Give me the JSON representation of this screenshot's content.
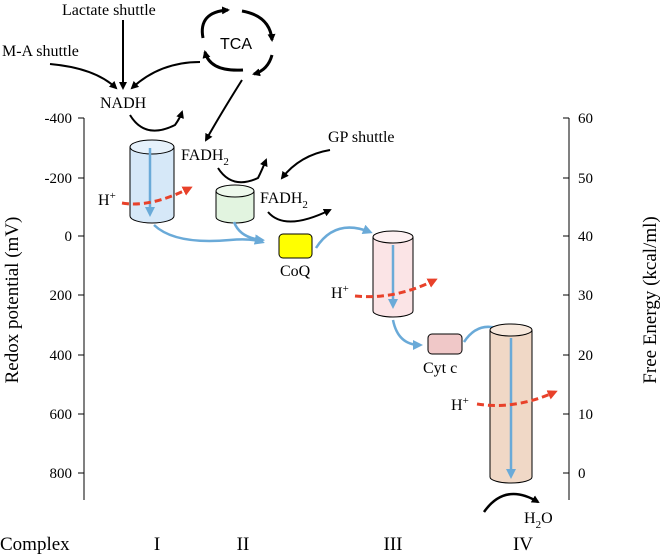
{
  "axes": {
    "left_label": "Redox potential (mV)",
    "right_label": "Free Energy (kcal/ml)",
    "left_ticks": [
      "-400",
      "-200",
      "0",
      "200",
      "400",
      "600",
      "800"
    ],
    "right_ticks": [
      "60",
      "50",
      "40",
      "30",
      "20",
      "10",
      "0"
    ]
  },
  "bottom_row": {
    "heading": "Complex",
    "complexes": [
      "I",
      "II",
      "III",
      "IV"
    ]
  },
  "inputs": {
    "lactate_shuttle": "Lactate shuttle",
    "ma_shuttle": "M-A shuttle",
    "tca": "TCA",
    "gp_shuttle": "GP shuttle"
  },
  "carriers": {
    "nadh": "NADH",
    "fadh2_main": "FADH",
    "fadh2_sub": "2",
    "coq": "CoQ",
    "cyt_c": "Cyt c",
    "water_main": "H",
    "water_sub": "2",
    "water_tail": "O",
    "proton_main": "H",
    "proton_sup": "+"
  },
  "colors": {
    "complex_i": "#d6e8f8",
    "complex_ii": "#e2f4e0",
    "complex_iii": "#fbe4e6",
    "complex_iv": "#f0d8c6",
    "coq": "#ffff00",
    "cyt_c": "#f0c8c8",
    "electron_flow": "#6aaad8",
    "proton_pump": "#e8412a"
  }
}
